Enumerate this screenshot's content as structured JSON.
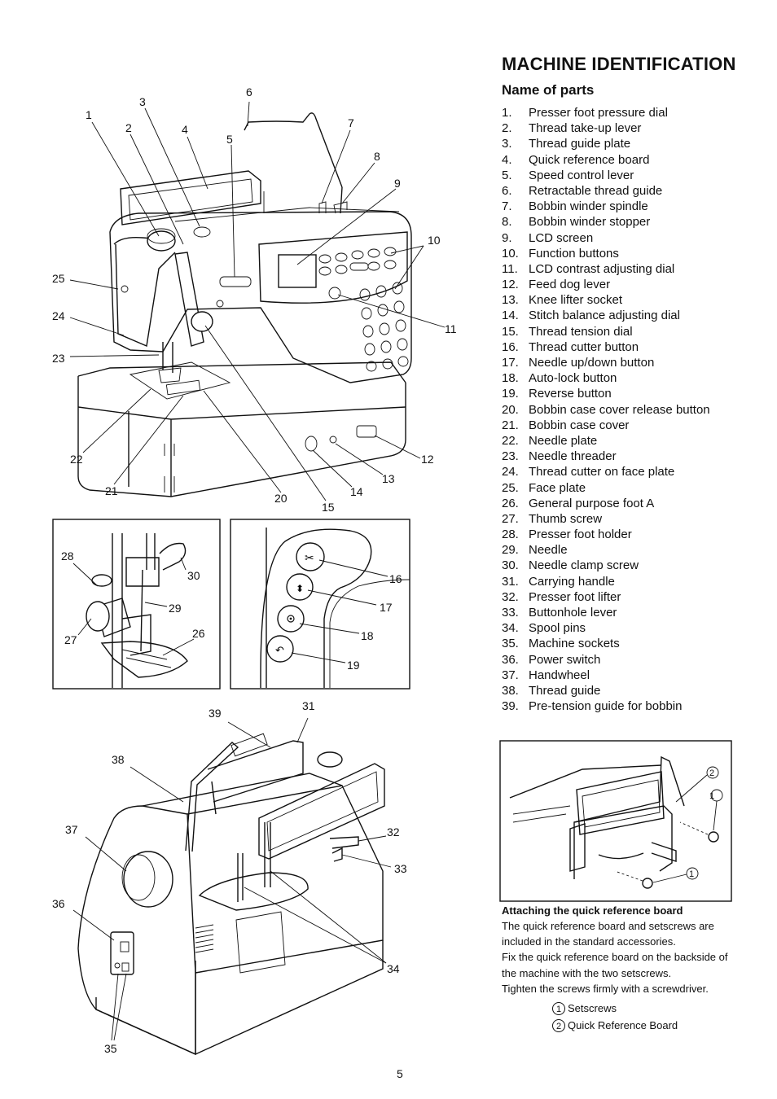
{
  "heading": {
    "title": "MACHINE IDENTIFICATION",
    "subtitle": "Name of parts"
  },
  "parts": [
    {
      "num": "1.",
      "name": "Presser foot pressure dial"
    },
    {
      "num": "2.",
      "name": "Thread take-up lever"
    },
    {
      "num": "3.",
      "name": "Thread guide plate"
    },
    {
      "num": "4.",
      "name": "Quick reference board"
    },
    {
      "num": "5.",
      "name": "Speed control lever"
    },
    {
      "num": "6.",
      "name": "Retractable thread guide"
    },
    {
      "num": "7.",
      "name": "Bobbin winder spindle"
    },
    {
      "num": "8.",
      "name": "Bobbin winder stopper"
    },
    {
      "num": "9.",
      "name": "LCD screen"
    },
    {
      "num": "10.",
      "name": "Function buttons"
    },
    {
      "num": "11.",
      "name": "LCD contrast adjusting dial"
    },
    {
      "num": "12.",
      "name": "Feed dog lever"
    },
    {
      "num": "13.",
      "name": "Knee lifter socket"
    },
    {
      "num": "14.",
      "name": "Stitch balance adjusting dial"
    },
    {
      "num": "15.",
      "name": "Thread tension dial"
    },
    {
      "num": "16.",
      "name": "Thread cutter button"
    },
    {
      "num": "17.",
      "name": "Needle up/down button"
    },
    {
      "num": "18.",
      "name": "Auto-lock button"
    },
    {
      "num": "19.",
      "name": "Reverse button"
    },
    {
      "num": "20.",
      "name": "Bobbin case cover release button"
    },
    {
      "num": "21.",
      "name": "Bobbin case cover"
    },
    {
      "num": "22.",
      "name": "Needle plate"
    },
    {
      "num": "23.",
      "name": "Needle threader"
    },
    {
      "num": "24.",
      "name": "Thread cutter on face plate"
    },
    {
      "num": "25.",
      "name": "Face plate"
    },
    {
      "num": "26.",
      "name": "General purpose foot A"
    },
    {
      "num": "27.",
      "name": "Thumb screw"
    },
    {
      "num": "28.",
      "name": "Presser foot holder"
    },
    {
      "num": "29.",
      "name": "Needle"
    },
    {
      "num": "30.",
      "name": "Needle clamp screw"
    },
    {
      "num": "31.",
      "name": "Carrying handle"
    },
    {
      "num": "32.",
      "name": "Presser foot lifter"
    },
    {
      "num": "33.",
      "name": "Buttonhole lever"
    },
    {
      "num": "34.",
      "name": "Spool pins"
    },
    {
      "num": "35.",
      "name": "Machine sockets"
    },
    {
      "num": "36.",
      "name": "Power switch"
    },
    {
      "num": "37.",
      "name": "Handwheel"
    },
    {
      "num": "38.",
      "name": "Thread guide"
    },
    {
      "num": "39.",
      "name": "Pre-tension guide for bobbin"
    }
  ],
  "figure_labels": {
    "main": [
      "1",
      "2",
      "3",
      "4",
      "5",
      "6",
      "7",
      "8",
      "9",
      "10",
      "11",
      "12",
      "13",
      "14",
      "15",
      "20",
      "21",
      "22",
      "23",
      "24",
      "25"
    ],
    "foot_inset": [
      "26",
      "27",
      "28",
      "29",
      "30"
    ],
    "button_inset": [
      "16",
      "17",
      "18",
      "19"
    ],
    "rear": [
      "31",
      "32",
      "33",
      "34",
      "35",
      "36",
      "37",
      "38",
      "39"
    ],
    "board_inset": [
      "1",
      "1",
      "2"
    ]
  },
  "note": {
    "heading": "Attaching the quick reference board",
    "lines": [
      "The quick reference board and setscrews are",
      "included in the standard accessories.",
      "Fix the quick reference board on the backside of",
      "the machine with the two setscrews.",
      "Tighten the screws firmly with a screwdriver."
    ],
    "legend": [
      {
        "num": "1",
        "label": "Setscrews"
      },
      {
        "num": "2",
        "label": "Quick Reference Board"
      }
    ]
  },
  "page_number": "5"
}
